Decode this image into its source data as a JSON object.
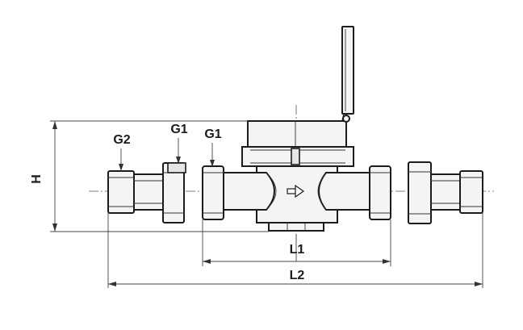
{
  "labels": {
    "g2": "G2",
    "g1_left": "G1",
    "g1_right": "G1",
    "h": "H",
    "l1": "L1",
    "l2": "L2"
  },
  "colors": {
    "line": "#1c1c1c",
    "fill": "#f4f4f4",
    "background": "#ffffff"
  }
}
